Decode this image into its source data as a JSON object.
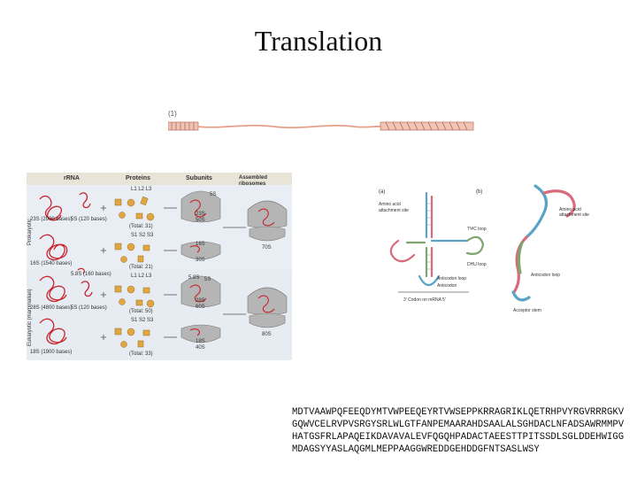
{
  "slide": {
    "title": "Translation"
  },
  "mrna_figure": {
    "label": "(1)"
  },
  "ribosome_figure": {
    "headers": {
      "rrna": "rRNA",
      "proteins": "Proteins",
      "subunits": "Subunits",
      "assembled": "Assembled ribosomes"
    },
    "protein_sets": [
      "L1 L2 L3",
      "S1 S2 S3",
      "L1 L2 L3",
      "S1 S2 S3"
    ],
    "side_labels": [
      "Prokaryotic",
      "Eukaryotic (mammalian)"
    ],
    "rrna_labels": [
      "23S (2900 bases)",
      "5S (120 bases)",
      "16S (1540 bases)",
      "5.8S (160 bases)",
      "28S (4800 bases)",
      "5S (120 bases)",
      "18S (1900 bases)"
    ],
    "totals": [
      "(Total: 31)",
      "(Total: 21)",
      "(Total: 50)",
      "(Total: 33)"
    ],
    "subunit_labels": [
      "5S",
      "23S",
      "50S",
      "16S",
      "30S",
      "5.8S",
      "5S",
      "28S",
      "60S",
      "18S",
      "40S"
    ],
    "assembled_labels": [
      "70S",
      "80S"
    ]
  },
  "trna_figure": {
    "panel_labels": [
      "(a)",
      "(b)"
    ],
    "labels": [
      "Amino acid attachment site",
      "TΨC loop",
      "DHU loop",
      "Anticodon loop",
      "Anticodon",
      "Amino acid attachment site",
      "Anticodon loop",
      "Acceptor stem",
      "3' Codon on mRNA 5'"
    ]
  },
  "sequence": {
    "text": "MDTVAAWPQFEEQDYMTVWPEEQEYRTVWSEPPKRRAGRIKLQETRHPVYRGVRRRGKVGQWVCELRVPVSRGYSRLWLGTFANPEMAARAHDSAALALSGHDACLNFADSAWRMMPVHATGSFRLAPAQEIKDAVAVALEVFQGQHPADACTAEESTTPITSSDLSGLDDEHWIGGMDAGSYYASLAQGMLMEPPAAGGWREDDGEHDDGFNTSASLWSY"
  },
  "colors": {
    "mrna_line": "#e6a08a",
    "ribosome_red": "#c8252e",
    "subunit_gray": "#b5b5b5",
    "protein_gold": "#e0a641",
    "trna_blue": "#5aa3c8",
    "trna_pink": "#d86a7c",
    "trna_green": "#7ca66c"
  }
}
